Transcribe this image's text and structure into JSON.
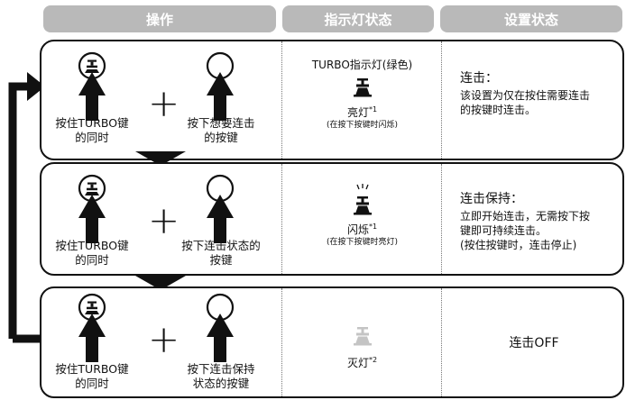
{
  "header": {
    "col_operation": "操作",
    "col_indicator": "指示灯状态",
    "col_setting": "设置状态"
  },
  "row1": {
    "turbo_caption_1": "按住TURBO键",
    "turbo_caption_2": "的同时",
    "button_caption_1": "按下想要连击",
    "button_caption_2": "的按键",
    "indicator_title": "TURBO指示灯(绿色)",
    "indicator_state": "亮灯",
    "indicator_note_mark": "*1",
    "indicator_sub": "(在按下按键时闪烁)",
    "setting_title": "连击：",
    "setting_line_1": "该设置为仅在按住需要连击",
    "setting_line_2": "的按键时连击。"
  },
  "row2": {
    "turbo_caption_1": "按住TURBO键",
    "turbo_caption_2": "的同时",
    "button_caption_1": "按下连击状态的",
    "button_caption_2": "按键",
    "indicator_state": "闪烁",
    "indicator_note_mark": "*1",
    "indicator_sub": "(在按下按键时亮灯)",
    "setting_title": "连击保持：",
    "setting_line_1": "立即开始连击，无需按下按",
    "setting_line_2": "键即可持续连击。",
    "setting_line_3": "(按住按键时，连击停止)"
  },
  "row3": {
    "turbo_caption_1": "按住TURBO键",
    "turbo_caption_2": "的同时",
    "button_caption_1": "按下连击保持",
    "button_caption_2": "状态的按键",
    "indicator_state": "灭灯",
    "indicator_note_mark": "*2",
    "setting_title": "连击OFF"
  },
  "colors": {
    "header_bg": "#b9b9b9",
    "ink": "#111111",
    "off_icon": "#c4c4c4"
  }
}
